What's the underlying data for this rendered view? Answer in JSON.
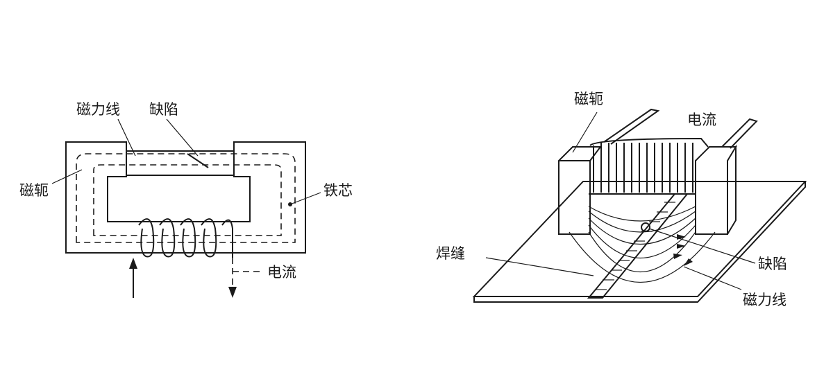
{
  "left_diagram": {
    "labels": {
      "field_lines": "磁力线",
      "defect": "缺陷",
      "yoke": "磁轭",
      "iron_core": "铁芯",
      "current": "电流"
    }
  },
  "right_diagram": {
    "labels": {
      "yoke": "磁轭",
      "current": "电流",
      "weld": "焊缝",
      "defect": "缺陷",
      "field_lines": "磁力线"
    }
  }
}
